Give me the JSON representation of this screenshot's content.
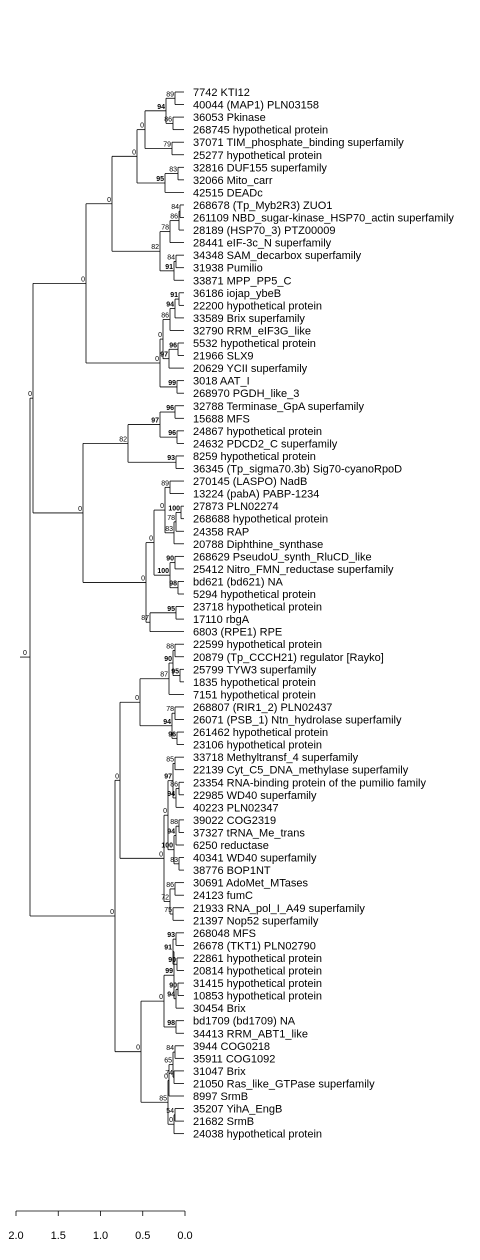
{
  "leaves": [
    "7742 KTI12",
    "40044 (MAP1) PLN03158",
    "36053 Pkinase",
    "268745 hypothetical protein",
    "37071 TIM_phosphate_binding superfamily",
    "25277 hypothetical protein",
    "32816 DUF155 superfamily",
    "32066 Mito_carr",
    "42515 DEADc",
    "268678 (Tp_Myb2R3) ZUO1",
    "261109 NBD_sugar-kinase_HSP70_actin superfamily",
    "28189 (HSP70_3) PTZ00009",
    "28441 eIF-3c_N superfamily",
    "34348 SAM_decarbox superfamily",
    "31938 Pumilio",
    "33871 MPP_PP5_C",
    "36186 iojap_ybeB",
    "22200 hypothetical protein",
    "33589 Brix superfamily",
    "32790 RRM_eIF3G_like",
    "5532 hypothetical protein",
    "21966 SLX9",
    "20629 YCII superfamily",
    "3018 AAT_I",
    "268970 PGDH_like_3",
    "32788 Terminase_GpA superfamily",
    "15688 MFS",
    "24867 hypothetical protein",
    "24632 PDCD2_C superfamily",
    "8259 hypothetical protein",
    "36345 (Tp_sigma70.3b) Sig70-cyanoRpoD",
    "270145 (LASPO) NadB",
    "13224 (pabA) PABP-1234",
    "27873 PLN02274",
    "268688 hypothetical protein",
    "24358 RAP",
    "20788 Diphthine_synthase",
    "268629 PseudoU_synth_RluCD_like",
    "25412 Nitro_FMN_reductase superfamily",
    "bd621 (bd621) NA",
    "5294 hypothetical protein",
    "23718 hypothetical protein",
    "17110 rbgA",
    "6803 (RPE1) RPE",
    "22599 hypothetical protein",
    "20879 (Tp_CCCH21) regulator [Rayko]",
    "25799 TYW3 superfamily",
    "1835 hypothetical protein",
    "7151 hypothetical protein",
    "268807 (RIR1_2) PLN02437",
    "26071 (PSB_1) Ntn_hydrolase superfamily",
    "261462 hypothetical protein",
    "23106 hypothetical protein",
    "33718 Methyltransf_4 superfamily",
    "22139 Cyt_C5_DNA_methylase superfamily",
    "23354 RNA-binding protein of the pumilio family",
    "22985 WD40 superfamily",
    "40223 PLN02347",
    "39022 COG2319",
    "37327 tRNA_Me_trans",
    "6250 reductase",
    "40341 WD40 superfamily",
    "38776 BOP1NT",
    "30691 AdoMet_MTases",
    "24123 fumC",
    "21933 RNA_pol_I_A49 superfamily",
    "21397 Nop52 superfamily",
    "268048 MFS",
    "26678 (TKT1) PLN02790",
    "22861 hypothetical protein",
    "20814 hypothetical protein",
    "31415 hypothetical protein",
    "10853 hypothetical protein",
    "30454 Brix",
    "bd1709 (bd1709) NA",
    "34413 RRM_ABT1_like",
    "3944 COG0218",
    "35911 COG1092",
    "31047 Brix",
    "21050 Ras_like_GTPase superfamily",
    "8997 SrmB",
    "35207 YihA_EngB",
    "21682 SrmB",
    "24038 hypothetical protein"
  ],
  "support_labels": [
    {
      "text": "89",
      "bold": false
    },
    {
      "text": "94",
      "bold": true
    },
    {
      "text": "86",
      "bold": false
    },
    {
      "text": "0",
      "bold": false
    },
    {
      "text": "79",
      "bold": false
    },
    {
      "text": "0",
      "bold": false
    },
    {
      "text": "83",
      "bold": false
    },
    {
      "text": "95",
      "bold": true
    },
    {
      "text": "0",
      "bold": false
    },
    {
      "text": "0",
      "bold": false
    },
    {
      "text": "84",
      "bold": false
    },
    {
      "text": "86",
      "bold": false
    },
    {
      "text": "78",
      "bold": false
    },
    {
      "text": "82",
      "bold": false
    },
    {
      "text": "84",
      "bold": false
    },
    {
      "text": "91",
      "bold": true
    },
    {
      "text": "0",
      "bold": false
    },
    {
      "text": "91",
      "bold": true
    },
    {
      "text": "94",
      "bold": true
    },
    {
      "text": "86",
      "bold": false
    },
    {
      "text": "96",
      "bold": true
    },
    {
      "text": "97",
      "bold": true
    },
    {
      "text": "0",
      "bold": false
    },
    {
      "text": "99",
      "bold": true
    },
    {
      "text": "0",
      "bold": false
    },
    {
      "text": "0",
      "bold": false
    },
    {
      "text": "96",
      "bold": true
    },
    {
      "text": "97",
      "bold": true
    },
    {
      "text": "96",
      "bold": true
    },
    {
      "text": "82",
      "bold": false
    },
    {
      "text": "93",
      "bold": true
    },
    {
      "text": "89",
      "bold": false
    },
    {
      "text": "100",
      "bold": true
    },
    {
      "text": "78",
      "bold": false
    },
    {
      "text": "83",
      "bold": false
    },
    {
      "text": "0",
      "bold": false
    },
    {
      "text": "90",
      "bold": true
    },
    {
      "text": "100",
      "bold": true
    },
    {
      "text": "98",
      "bold": true
    },
    {
      "text": "0",
      "bold": false
    },
    {
      "text": "95",
      "bold": true
    },
    {
      "text": "87",
      "bold": false
    },
    {
      "text": "0",
      "bold": false
    },
    {
      "text": "0",
      "bold": false
    },
    {
      "text": "88",
      "bold": false
    },
    {
      "text": "90",
      "bold": true
    },
    {
      "text": "95",
      "bold": true
    },
    {
      "text": "87",
      "bold": false
    },
    {
      "text": "78",
      "bold": false
    },
    {
      "text": "94",
      "bold": true
    },
    {
      "text": "96",
      "bold": true
    },
    {
      "text": "0",
      "bold": false
    },
    {
      "text": "85",
      "bold": false
    },
    {
      "text": "97",
      "bold": true
    },
    {
      "text": "86",
      "bold": false
    },
    {
      "text": "94",
      "bold": true
    },
    {
      "text": "0",
      "bold": false
    },
    {
      "text": "88",
      "bold": false
    },
    {
      "text": "94",
      "bold": true
    },
    {
      "text": "100",
      "bold": true
    },
    {
      "text": "83",
      "bold": false
    },
    {
      "text": "0",
      "bold": false
    },
    {
      "text": "86",
      "bold": false
    },
    {
      "text": "72",
      "bold": false
    },
    {
      "text": "75",
      "bold": false
    },
    {
      "text": "0",
      "bold": false
    },
    {
      "text": "93",
      "bold": true
    },
    {
      "text": "91",
      "bold": true
    },
    {
      "text": "90",
      "bold": true
    },
    {
      "text": "0",
      "bold": false
    },
    {
      "text": "90",
      "bold": true
    },
    {
      "text": "94",
      "bold": true
    },
    {
      "text": "99",
      "bold": true
    },
    {
      "text": "98",
      "bold": true
    },
    {
      "text": "0",
      "bold": false
    },
    {
      "text": "84",
      "bold": false
    },
    {
      "text": "65",
      "bold": false
    },
    {
      "text": "74",
      "bold": false
    },
    {
      "text": "0",
      "bold": false
    },
    {
      "text": "85",
      "bold": false
    },
    {
      "text": "54",
      "bold": false
    },
    {
      "text": "0",
      "bold": false
    },
    {
      "text": "0",
      "bold": false
    }
  ],
  "scale_axis": {
    "ticks": [
      "2.0",
      "1.5",
      "1.0",
      "0.5",
      "0.0"
    ]
  }
}
